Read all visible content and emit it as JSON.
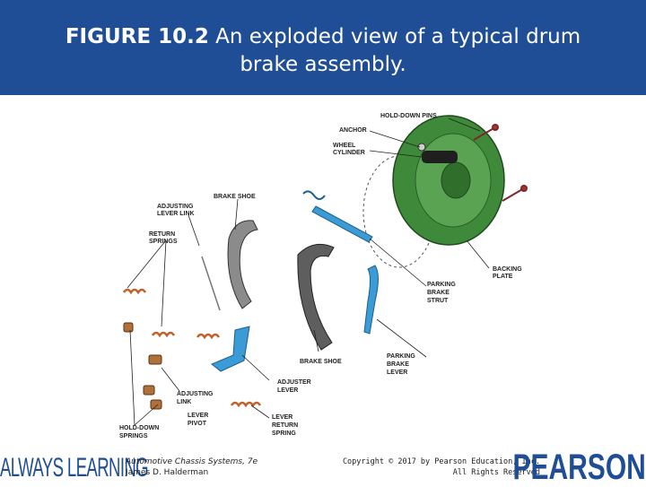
{
  "slide": {
    "figure_label": "FIGURE 10.2",
    "caption_line1": " An exploded view of a typical drum",
    "caption_line2": "brake assembly."
  },
  "diagram": {
    "labels": {
      "hold_down_pins": "HOLD-DOWN PINS",
      "anchor": "ANCHOR",
      "wheel": "WHEEL",
      "cylinder": "CYLINDER",
      "brake_shoe_top": "BRAKE SHOE",
      "adjusting": "ADJUSTING",
      "lever_link": "LEVER LINK",
      "return": "RETURN",
      "springs": "SPRINGS",
      "backing": "BACKING",
      "plate": "PLATE",
      "parking1": "PARKING",
      "brake1": "BRAKE",
      "strut": "STRUT",
      "parking2": "PARKING",
      "brake2": "BRAKE",
      "lever2": "LEVER",
      "brake_shoe_bottom": "BRAKE SHOE",
      "adjuster": "ADJUSTER",
      "lever3": "LEVER",
      "adjusting2": "ADJUSTING",
      "link": "LINK",
      "lever4": "LEVER",
      "pivot": "PIVOT",
      "lever5": "LEVER",
      "return2": "RETURN",
      "spring": "SPRING",
      "hold_down": "HOLD-DOWN",
      "springs2": "SPRINGS"
    },
    "colors": {
      "backing_plate": "#3f8a3a",
      "parts_blue": "#3a9bd6",
      "springs": "#c0602a"
    }
  },
  "footer": {
    "always_learning": "ALWAYS LEARNING",
    "book_title": "Automotive Chassis Systems, 7e",
    "author": "James D. Halderman",
    "copyright": "Copyright © 2017 by Pearson Education, Inc.",
    "rights": "All Rights Reserved",
    "publisher": "PEARSON"
  }
}
